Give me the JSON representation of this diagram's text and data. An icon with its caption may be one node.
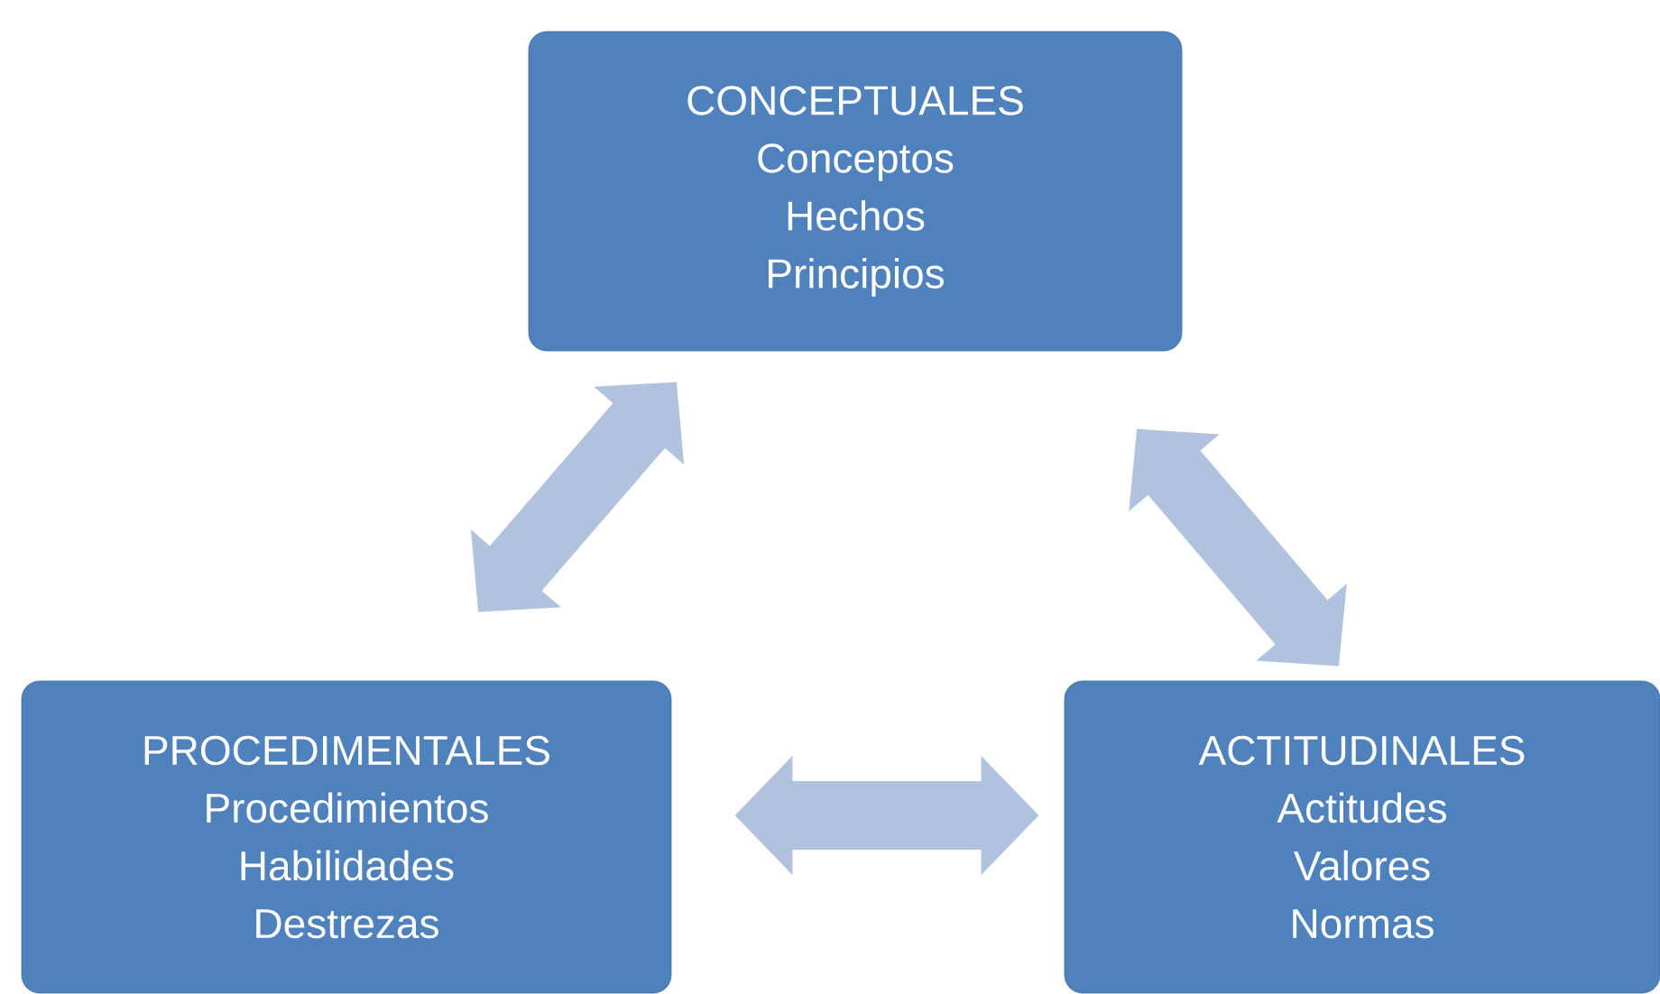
{
  "diagram": {
    "nodes": [
      {
        "text": [
          "CONCEPTUALES",
          "Conceptos",
          "Hechos",
          "Principios"
        ]
      },
      {
        "text": [
          "PROCEDIMENTALES",
          "Procedimientos",
          "Habilidades",
          "Destrezas"
        ]
      },
      {
        "text": [
          "ACTITUDINALES",
          "Actitudes",
          "Valores",
          "Normas"
        ]
      }
    ],
    "edges": [
      {
        "from": 1,
        "to": 0,
        "arrow": "both"
      },
      {
        "from": 0,
        "to": 2,
        "arrow": "both"
      },
      {
        "from": 1,
        "to": 2,
        "arrow": "both"
      }
    ]
  }
}
